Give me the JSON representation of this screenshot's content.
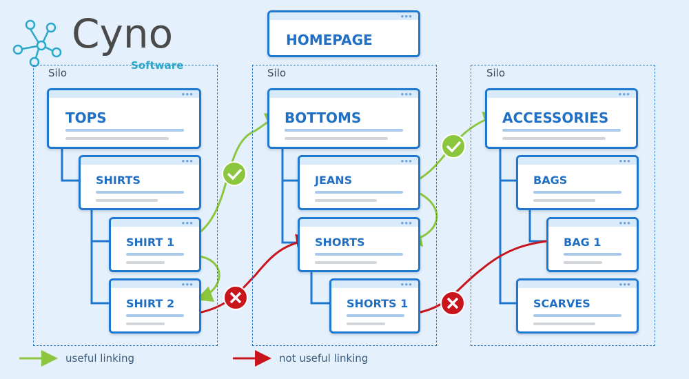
{
  "logo": {
    "name": "Cyno",
    "sub": "Software"
  },
  "homepage": "HOMEPAGE",
  "silo_label": "Silo",
  "silos": [
    {
      "title": "TOPS",
      "children": [
        "SHIRTS",
        "SHIRT 1",
        "SHIRT 2"
      ]
    },
    {
      "title": "BOTTOMS",
      "children": [
        "JEANS",
        "SHORTS",
        "SHORTS 1"
      ]
    },
    {
      "title": "ACCESSORIES",
      "children": [
        "BAGS",
        "BAG 1",
        "SCARVES"
      ]
    }
  ],
  "legend": {
    "useful": "useful linking",
    "not_useful": "not useful linking"
  },
  "colors": {
    "card_border": "#1f78d0",
    "useful": "#8cc63f",
    "not_useful": "#c8151d",
    "tree_line": "#1f78d0"
  }
}
